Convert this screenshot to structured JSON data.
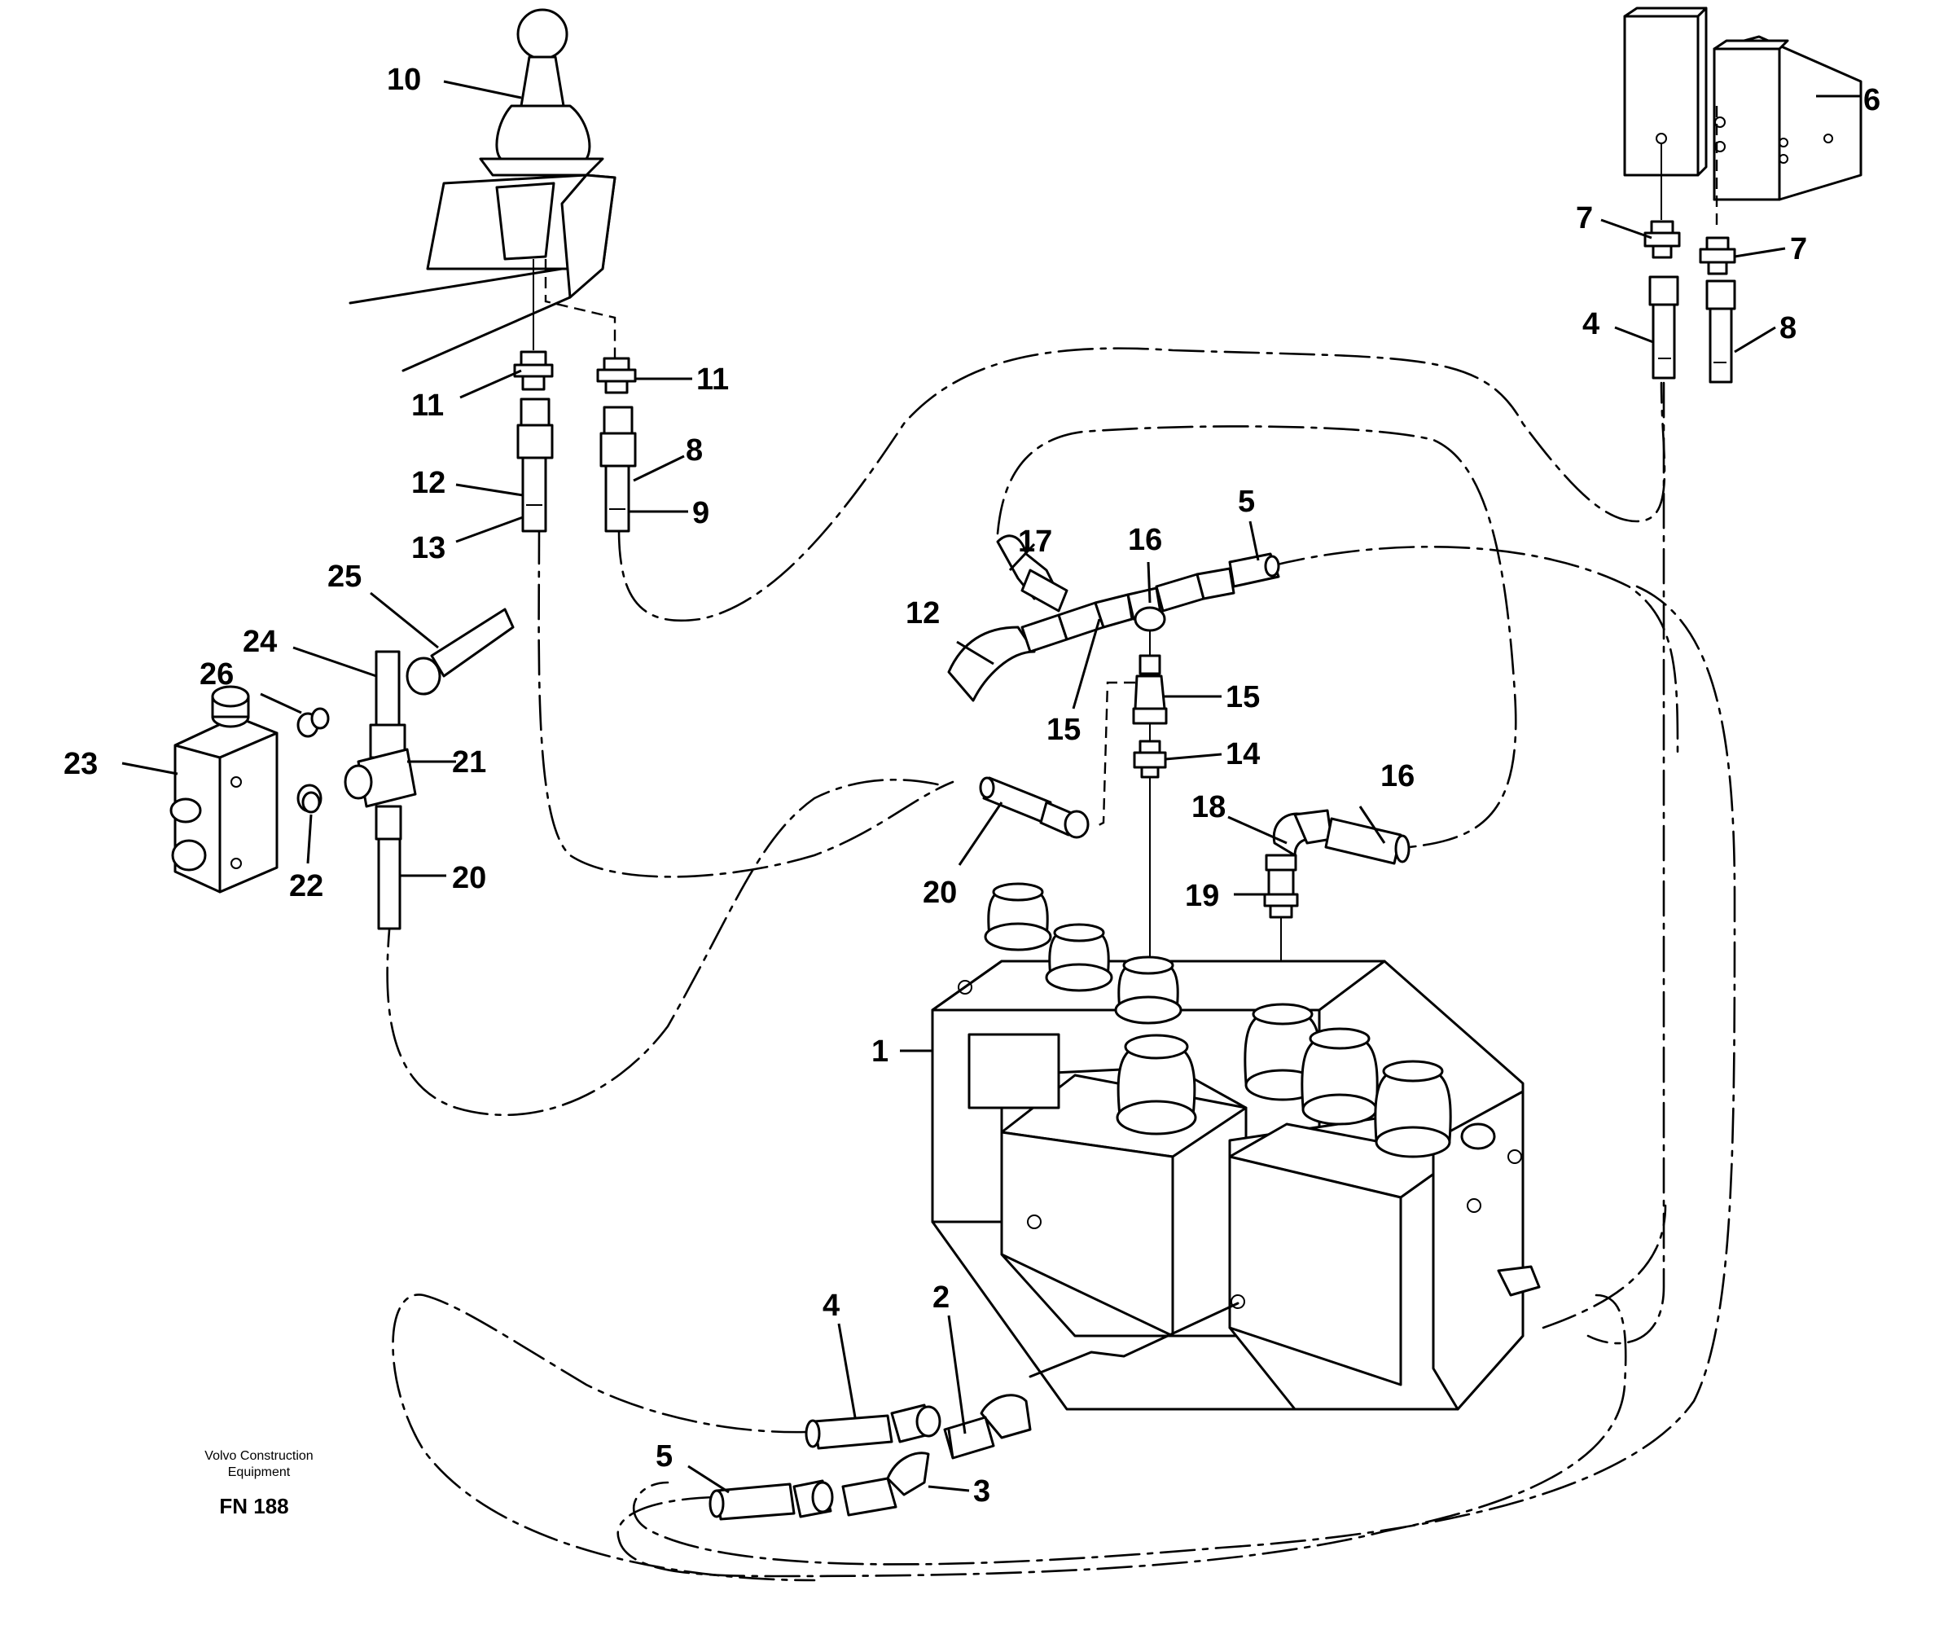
{
  "callouts": [
    {
      "id": "c10",
      "text": "10"
    },
    {
      "id": "c6",
      "text": "6"
    },
    {
      "id": "c7a",
      "text": "7"
    },
    {
      "id": "c7b",
      "text": "7"
    },
    {
      "id": "c4a",
      "text": "4"
    },
    {
      "id": "c8a",
      "text": "8"
    },
    {
      "id": "c11a",
      "text": "11"
    },
    {
      "id": "c11b",
      "text": "11"
    },
    {
      "id": "c12a",
      "text": "12"
    },
    {
      "id": "c8b",
      "text": "8"
    },
    {
      "id": "c13",
      "text": "13"
    },
    {
      "id": "c9",
      "text": "9"
    },
    {
      "id": "c25",
      "text": "25"
    },
    {
      "id": "c24",
      "text": "24"
    },
    {
      "id": "c26",
      "text": "26"
    },
    {
      "id": "c23",
      "text": "23"
    },
    {
      "id": "c21",
      "text": "21"
    },
    {
      "id": "c22",
      "text": "22"
    },
    {
      "id": "c20a",
      "text": "20"
    },
    {
      "id": "c5a",
      "text": "5"
    },
    {
      "id": "c17",
      "text": "17"
    },
    {
      "id": "c16a",
      "text": "16"
    },
    {
      "id": "c12b",
      "text": "12"
    },
    {
      "id": "c15a",
      "text": "15"
    },
    {
      "id": "c15b",
      "text": "15"
    },
    {
      "id": "c14",
      "text": "14"
    },
    {
      "id": "c16b",
      "text": "16"
    },
    {
      "id": "c18",
      "text": "18"
    },
    {
      "id": "c19",
      "text": "19"
    },
    {
      "id": "c20b",
      "text": "20"
    },
    {
      "id": "c1",
      "text": "1"
    },
    {
      "id": "c4b",
      "text": "4"
    },
    {
      "id": "c2",
      "text": "2"
    },
    {
      "id": "c5b",
      "text": "5"
    },
    {
      "id": "c3",
      "text": "3"
    }
  ],
  "caption": {
    "line1": "Volvo Construction",
    "line2": "Equipment",
    "code": "FN 188"
  },
  "colors": {
    "ink": "#000000",
    "paper": "#ffffff"
  }
}
